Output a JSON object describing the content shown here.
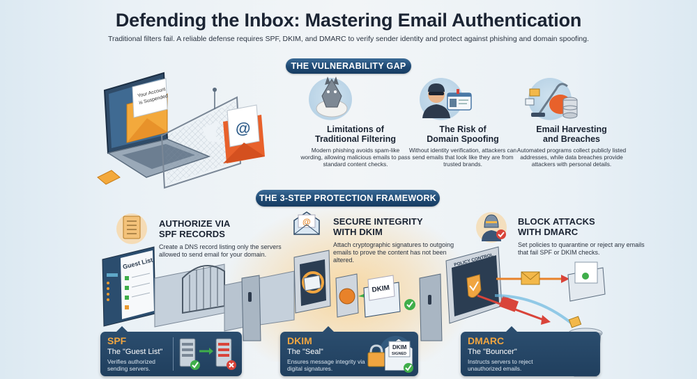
{
  "header": {
    "title": "Defending the Inbox: Mastering Email Authentication",
    "subtitle": "Traditional filters fail. A reliable defense requires SPF, DKIM, and DMARC to verify sender identity and protect against phishing and domain spoofing."
  },
  "vulnerability": {
    "section_label": "THE VULNERABILITY GAP",
    "illustration": {
      "phish_letter_text_line1": "Your Account",
      "phish_letter_text_line2": "is Suspended",
      "at_symbol": "@"
    },
    "cards": [
      {
        "title_line1": "Limitations of",
        "title_line2": "Traditional Filtering",
        "desc": "Modern phishing avoids spam-like wording, allowing malicious emails to pass standard content checks.",
        "icon": "wolf-in-sheeps-clothing-icon"
      },
      {
        "title_line1": "The Risk of",
        "title_line2": "Domain Spoofing",
        "desc": "Without identity verification, attackers can send emails that look like they are from trusted brands.",
        "icon": "masked-thief-with-id-badge-icon"
      },
      {
        "title_line1": "Email Harvesting",
        "title_line2": "and Breaches",
        "desc": "Automated programs collect publicly listed addresses, while data breaches provide attackers with personal details.",
        "icon": "vacuum-database-icon"
      }
    ]
  },
  "framework": {
    "section_label": "THE 3-STEP PROTECTION FRAMEWORK",
    "steps": [
      {
        "title_line1": "AUTHORIZE VIA",
        "title_line2": "SPF RECORDS",
        "desc": "Create a DNS record listing only the servers allowed to send email for your domain.",
        "icon": "scroll-checklist-icon",
        "illustration_label": "Guest List"
      },
      {
        "title_line1": "SECURE INTEGRITY",
        "title_line2": "WITH DKIM",
        "desc": "Attach cryptographic signatures to outgoing emails to prove the content has not been altered.",
        "icon": "envelope-at-icon",
        "illustration_label": "DKIM"
      },
      {
        "title_line1": "BLOCK ATTACKS",
        "title_line2": "WITH DMARC",
        "desc": "Set policies to quarantine or reject any emails that fail SPF or DKIM checks.",
        "icon": "knight-shield-icon",
        "illustration_label": "POLICY CONTROL"
      }
    ],
    "summary_cards": [
      {
        "name": "SPF",
        "nickname": "The \"Guest List\"",
        "desc": "Verifies authorized sending servers."
      },
      {
        "name": "DKIM",
        "nickname": "The \"Seal\"",
        "desc": "Ensures message integrity via digital signatures.",
        "badge_line1": "DKIM",
        "badge_line2": "SIGNED"
      },
      {
        "name": "DMARC",
        "nickname": "The \"Bouncer\"",
        "desc": "Instructs servers to reject unauthorized emails."
      }
    ]
  },
  "colors": {
    "accent_orange": "#f0a540",
    "navy": "#203f5e",
    "check_green": "#3fae4a",
    "reject_red": "#d9443a"
  }
}
